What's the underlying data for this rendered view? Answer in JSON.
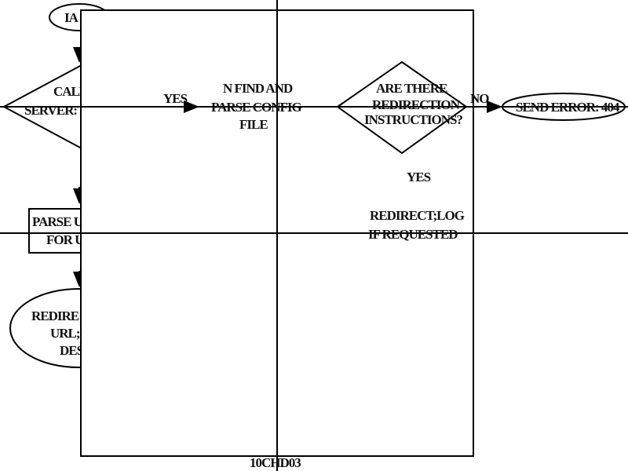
{
  "left_column": {
    "start_oval": "IA",
    "decision_line1": "CALL",
    "decision_line2": "SERVER:",
    "parse_box_line1": "PARSE U",
    "parse_box_line2": "FOR U",
    "redirect_oval_line1": "REDIRE",
    "redirect_oval_line2": "URL;",
    "redirect_oval_line3": "DES"
  },
  "main": {
    "yes_label": "YES",
    "find_config_line1": "N  FIND AND",
    "find_config_line2": "PARSE CONFIG",
    "find_config_line3": "FILE",
    "decision_line1": "ARE THERE",
    "decision_line2": "REDIRECTION",
    "decision_line3": "INSTRUCTIONS?",
    "no_label": "NO",
    "error_oval": "SEND ERROR: 404",
    "yes_label_2": "YES",
    "redirect_line1": "REDIRECT;LOG",
    "redirect_line2": "IF REQUESTED"
  },
  "figure_id": "10CHD03"
}
